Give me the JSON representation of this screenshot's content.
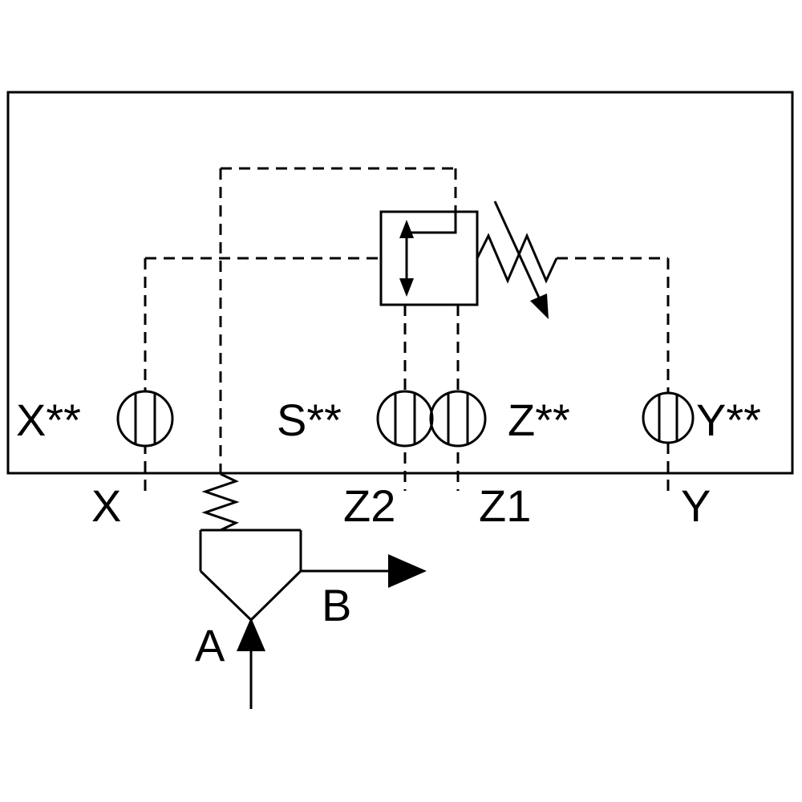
{
  "diagram": {
    "type": "hydraulic-schematic",
    "colors": {
      "line": "#000000",
      "background": "#ffffff"
    },
    "labels": {
      "orifice_x": "X**",
      "orifice_s": "S**",
      "orifice_z": "Z**",
      "orifice_y": "Y**",
      "port_x": "X",
      "port_z2": "Z2",
      "port_z1": "Z1",
      "port_y": "Y",
      "port_a": "A",
      "port_b": "B"
    }
  }
}
